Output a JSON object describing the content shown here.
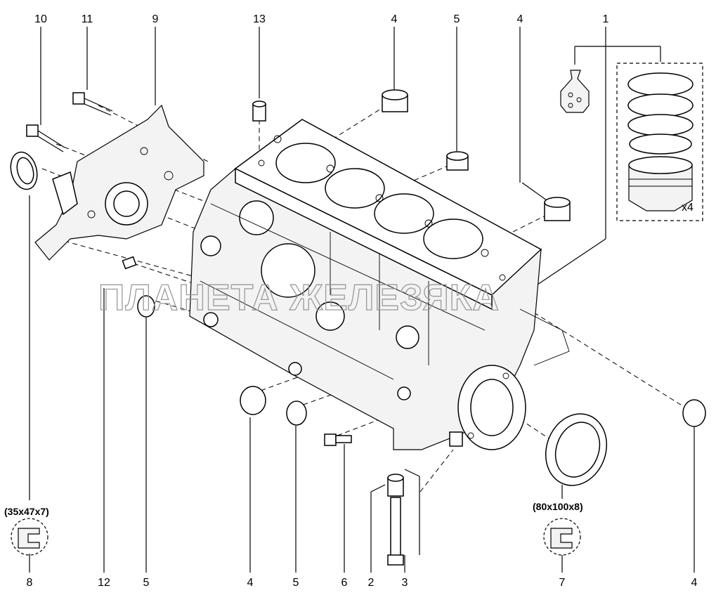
{
  "callouts": {
    "c10": "10",
    "c11": "11",
    "c9": "9",
    "c13": "13",
    "c4a": "4",
    "c5a": "5",
    "c4b": "4",
    "c1": "1",
    "c8": "8",
    "c12": "12",
    "c5b": "5",
    "c4c": "4",
    "c5c": "5",
    "c6": "6",
    "c2": "2",
    "c3": "3",
    "c7": "7",
    "c4d": "4"
  },
  "specs": {
    "seal_small": "(35x47x7)",
    "seal_large": "(80x100x8)",
    "quantity": "x4"
  },
  "watermark": "ПЛАНЕТА ЖЕЛЕЗЯКА",
  "icons": [
    "grease-bag-icon",
    "seal-section-icon"
  ]
}
